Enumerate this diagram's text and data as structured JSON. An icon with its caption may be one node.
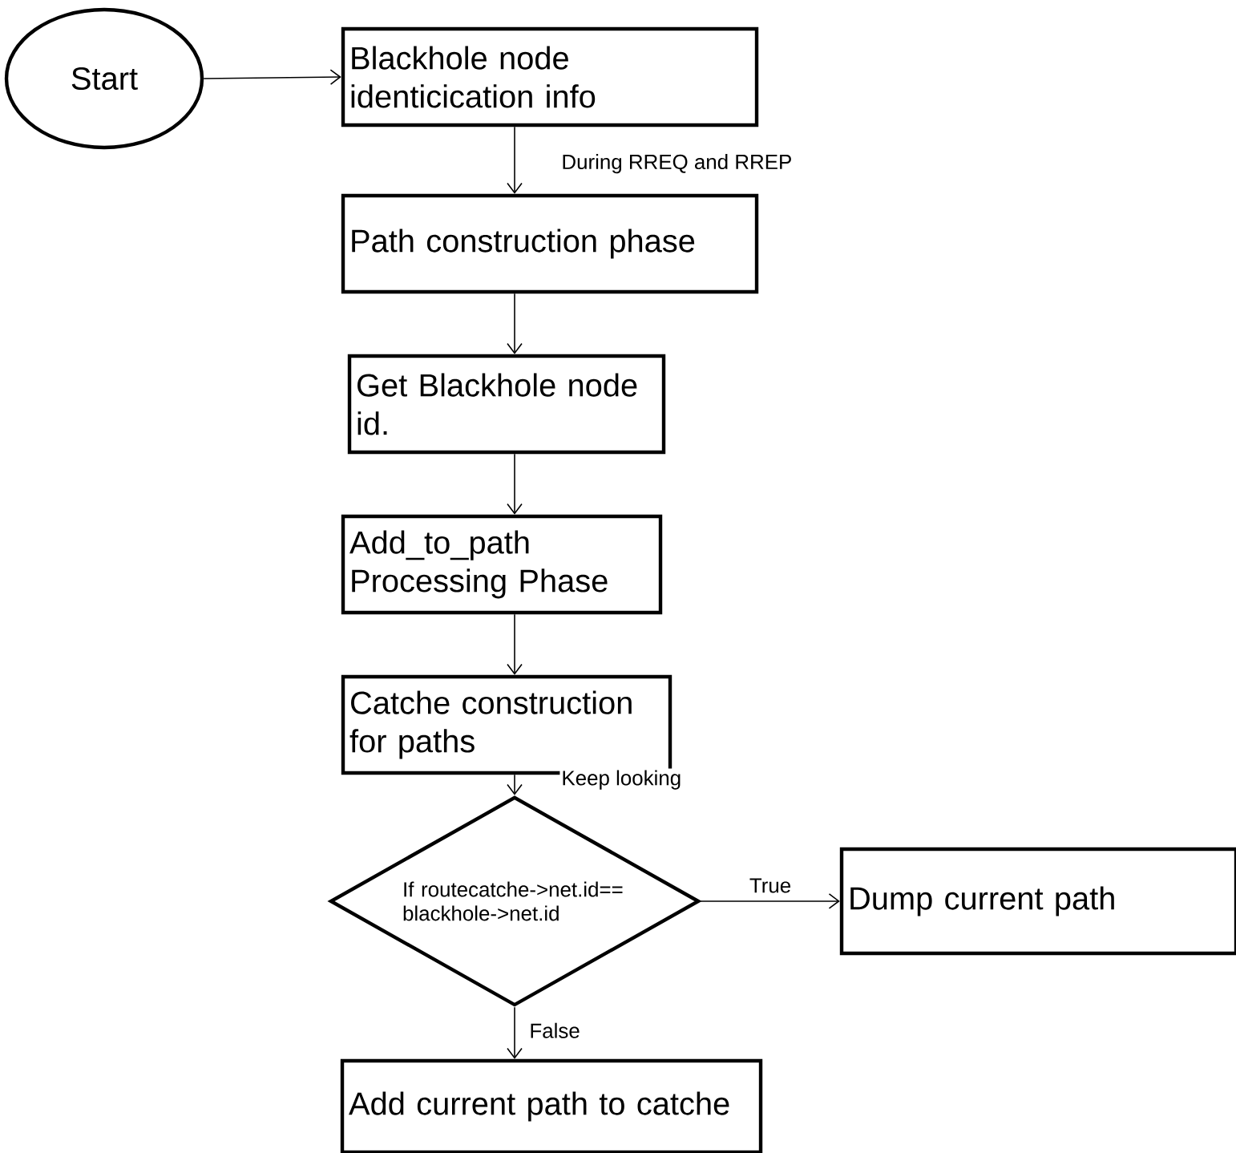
{
  "diagram": {
    "nodes": [
      {
        "text": [
          "Start"
        ]
      },
      {
        "text": [
          "Blackhole node identicication info"
        ]
      },
      {
        "text": [
          "Path construction phase"
        ]
      },
      {
        "text": [
          "Get Blackhole node id."
        ]
      },
      {
        "text": [
          "Add_to_path Processing Phase"
        ]
      },
      {
        "text": [
          "Catche construction for paths"
        ]
      },
      {
        "text": [
          "If routecatche->net.id== blackhole->net.id"
        ]
      },
      {
        "text": [
          "Dump current path"
        ]
      },
      {
        "text": [
          "Add current path to catche"
        ]
      }
    ],
    "edges": [
      {
        "from": 0,
        "to": 1,
        "arrow": "to"
      },
      {
        "from": 1,
        "to": 2,
        "arrow": "to",
        "label": "During RREQ and RREP"
      },
      {
        "from": 2,
        "to": 3,
        "arrow": "to"
      },
      {
        "from": 3,
        "to": 4,
        "arrow": "to"
      },
      {
        "from": 4,
        "to": 5,
        "arrow": "to"
      },
      {
        "from": 5,
        "to": 6,
        "arrow": "to",
        "label": "Keep looking"
      },
      {
        "from": 6,
        "to": 7,
        "arrow": "to",
        "label": "True"
      },
      {
        "from": 6,
        "to": 8,
        "arrow": "to",
        "label": "False"
      }
    ]
  }
}
